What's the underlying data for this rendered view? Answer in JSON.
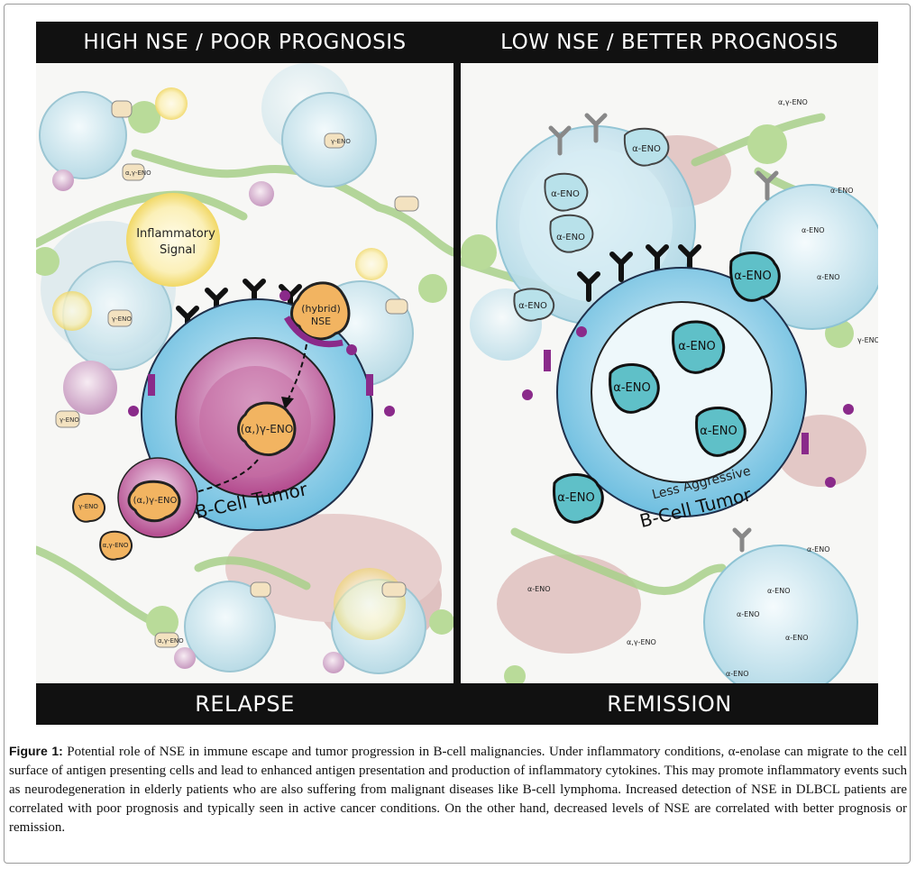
{
  "panels": {
    "left": {
      "header": "HIGH NSE / POOR PROGNOSIS",
      "footer": "RELAPSE",
      "labels": {
        "inflammatory_signal_1": "Inflammatory",
        "inflammatory_signal_2": "Signal",
        "hybrid_nse_1": "(hybrid)",
        "hybrid_nse_2": "NSE",
        "inner_eno": "(α,)γ-ENO",
        "released_eno": "(α,)γ-ENO",
        "tumor": "B-Cell Tumor",
        "gamma_eno": "γ-ENO",
        "alpha_gamma_eno": "α,γ-ENO"
      }
    },
    "right": {
      "header": "LOW NSE / BETTER PROGNOSIS",
      "footer": "REMISSION",
      "labels": {
        "alpha_eno": "α-ENO",
        "less_aggressive": "Less Aggressive",
        "tumor": "B-Cell Tumor",
        "gamma_eno": "γ-ENO",
        "alpha_gamma_eno": "α,γ-ENO"
      }
    }
  },
  "caption": {
    "figure_label": "Figure 1:",
    "text": "Potential role of NSE in immune escape and tumor progression in B-cell malignancies. Under inflammatory conditions, α-enolase can migrate to the cell surface of antigen presenting cells and lead to enhanced antigen presentation and production of inflammatory cytokines. This may promote inflammatory events such as neurodegeneration in elderly patients who are also suffering from malignant diseases like B-cell lymphoma. Increased detection of NSE in DLBCL patients are correlated with poor prognosis and typically seen in active cancer conditions. On the other hand, decreased levels of NSE are correlated with better prognosis or remission."
  },
  "colors": {
    "tumor_blue": "#7fc8e6",
    "cell_blue": "#cfe6ee",
    "eno_orange": "#f2b461",
    "eno_teal": "#5fc0c8",
    "nucleus_magenta": "#b5428a",
    "apc_green": "#b9db99",
    "membrane_purple": "#8a2a8a"
  }
}
